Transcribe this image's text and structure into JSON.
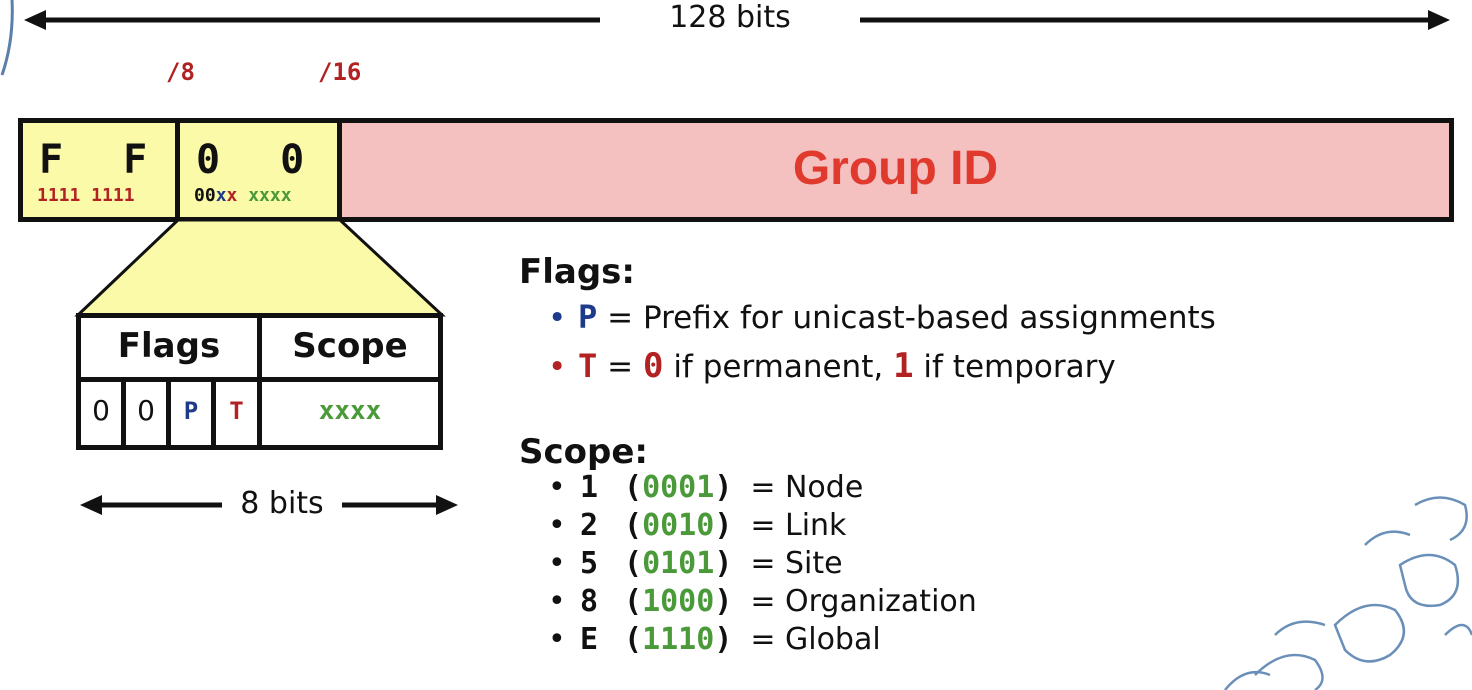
{
  "top": {
    "total_bits": "128 bits",
    "prefix8": "/8",
    "prefix16": "/16"
  },
  "address": {
    "ff": {
      "hex": "F F",
      "bits": "1111 1111"
    },
    "flags_scope": {
      "hex": "0 0",
      "bits_fixed": "00",
      "bits_flags": "xx",
      "bits_scope": "xxxx"
    },
    "group_id": "Group ID"
  },
  "detail": {
    "flags_header": "Flags",
    "scope_header": "Scope",
    "bits": [
      "0",
      "0",
      "P",
      "T"
    ],
    "scope_value": "xxxx",
    "width_label": "8 bits"
  },
  "flags_section": {
    "heading": "Flags:",
    "items": [
      {
        "letter": "P",
        "eq": "=",
        "text": "Prefix for unicast-based assignments"
      },
      {
        "letter": "T",
        "eq": "=",
        "v0": "0",
        "mid": "if permanent,",
        "v1": "1",
        "end": "if temporary"
      }
    ]
  },
  "scope_section": {
    "heading": "Scope:",
    "items": [
      {
        "code": "1",
        "open": "(",
        "bits": "0001",
        "close": ")",
        "name": "= Node"
      },
      {
        "code": "2",
        "open": "(",
        "bits": "0010",
        "close": ")",
        "name": "= Link"
      },
      {
        "code": "5",
        "open": "(",
        "bits": "0101",
        "close": ")",
        "name": "= Site"
      },
      {
        "code": "8",
        "open": "(",
        "bits": "1000",
        "close": ")",
        "name": "= Organization"
      },
      {
        "code": "E",
        "open": "(",
        "bits": "1110",
        "close": ")",
        "name": "= Global"
      }
    ]
  },
  "colors": {
    "yellow": "#fafaa8",
    "pink": "#f5c1c0",
    "red": "#e03a2e",
    "darkred": "#b22222",
    "blue": "#1e3a8a",
    "green": "#4b9a3a"
  }
}
